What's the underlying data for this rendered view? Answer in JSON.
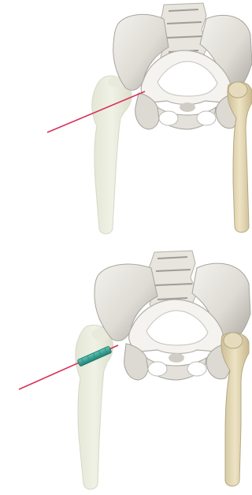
{
  "figure": {
    "panels": [
      {
        "id": "top",
        "content": "pelvis-and-femora-3d-render",
        "overlay": "guide-line-red"
      },
      {
        "id": "bottom",
        "content": "pelvis-and-femora-3d-render",
        "overlay": "guide-line-red-with-teal-implant"
      }
    ],
    "colors": {
      "background": "#ffffff",
      "bone_pelvis": "#e6e4dc",
      "bone_shadow": "#b8b6ae",
      "bone_femur_transparent": "#e9ecdc",
      "bone_femur_right": "#e8dcb8",
      "guide_line": "#d8325a",
      "implant": "#36a89a"
    }
  }
}
